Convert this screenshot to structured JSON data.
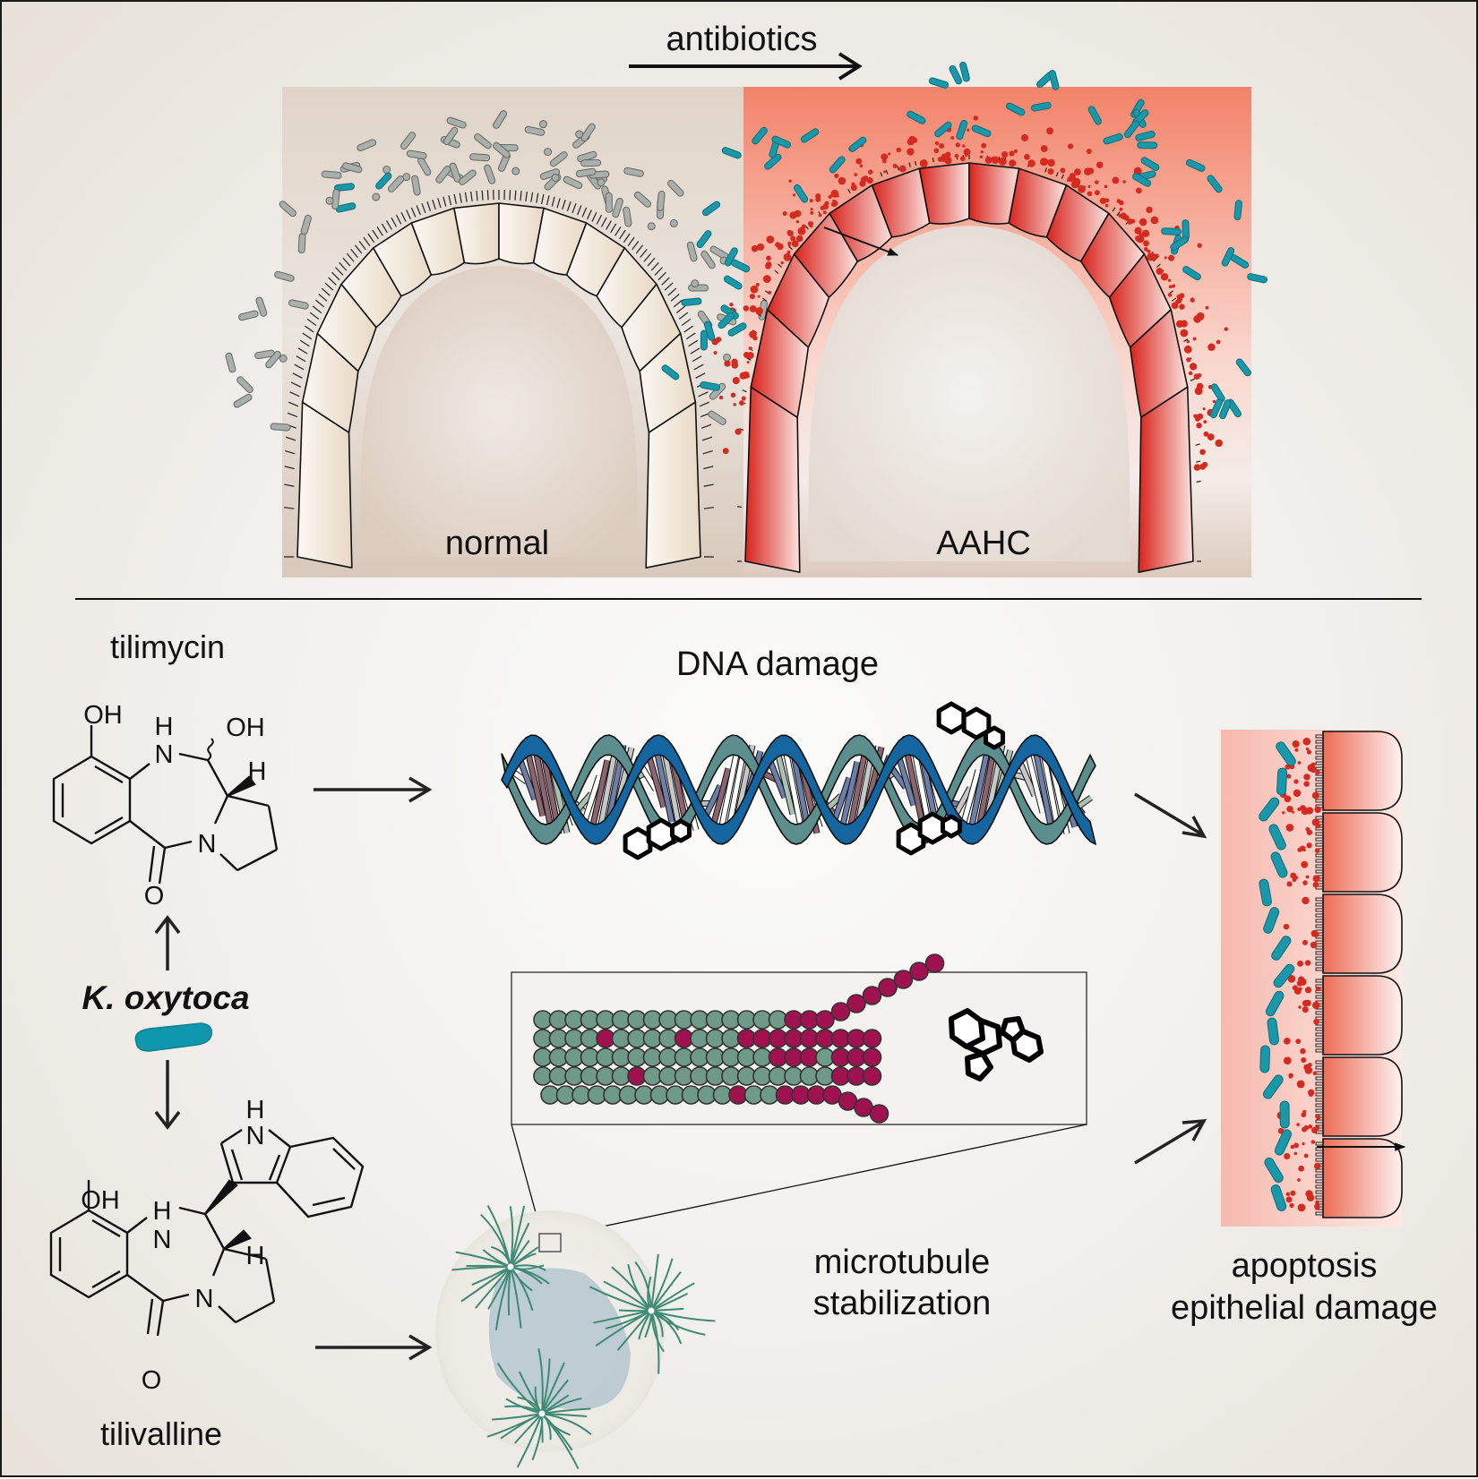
{
  "top_panel": {
    "treatment_label": "antibiotics",
    "normal_label": "normal",
    "disease_label": "AAHC"
  },
  "bottom_panel": {
    "compound_1_name": "tilimycin",
    "compound_2_name": "tilivalline",
    "organism_label": "K. oxytoca",
    "compound_1_atoms": {
      "oh1": "OH",
      "h_n": "H",
      "n1": "N",
      "oh2": "OH",
      "h_stereo": "H",
      "n2": "N",
      "o": "O"
    },
    "compound_2_atoms": {
      "oh1": "OH",
      "h_n": "H",
      "n1": "N",
      "h_stereo": "H",
      "n2": "N",
      "o": "O",
      "indole_h": "H",
      "indole_n": "N"
    },
    "mechanism_1_label": "DNA damage",
    "mechanism_2_label_line1": "microtubule",
    "mechanism_2_label_line2": "stabilization",
    "outcome_label_line1": "apoptosis",
    "outcome_label_line2": "epithelial damage"
  },
  "colors": {
    "kleb_teal": "#1a97a8",
    "commensal_gray": "#a9b0a9",
    "blood_red": "#d42a1f",
    "tubulin_green": "#6f9a89",
    "tubulin_magenta": "#a0124f",
    "dna_blue": "#1565a0",
    "dna_teal": "#5b8e8c"
  }
}
